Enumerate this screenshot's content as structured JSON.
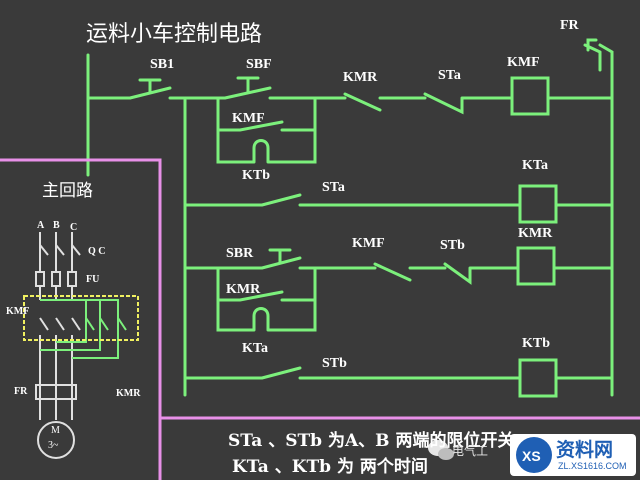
{
  "title": "运料小车控制电路",
  "colors": {
    "background": "#3a3a3a",
    "wire": "#7cf07c",
    "frame": "#e890e8",
    "highlight": "#f0f060",
    "text": "#ffffff"
  },
  "control_labels": {
    "sb1": "SB1",
    "sbf": "SBF",
    "kmr_nc_top": "KMR",
    "sta_top": "STa",
    "kmf_coil": "KMF",
    "fr": "FR",
    "kmf_hold": "KMF",
    "ktb_nc": "KTb",
    "sta_mid": "STa",
    "kta_coil": "KTa",
    "sbr": "SBR",
    "kmf_nc": "KMF",
    "stb_mid": "STb",
    "kmr_coil": "KMR",
    "kmr_hold": "KMR",
    "kta_nc": "KTa",
    "stb_bottom": "STb",
    "ktb_coil": "KTb"
  },
  "main_circuit": {
    "title": "主回路",
    "phases": [
      "A",
      "B",
      "C"
    ],
    "qc": "Q C",
    "fu": "FU",
    "kmf": "KMF",
    "fr": "FR",
    "kmr": "KMR",
    "motor_m": "M",
    "motor_3": "3~"
  },
  "notes": {
    "line1": "STa 、STb 为A、B 两端的限位开关",
    "line2": "KTa 、KTb 为 两个时间"
  },
  "watermark": {
    "wechat": "电气工",
    "logo_cn": "资料网",
    "logo_url": "ZL.XS1616.COM",
    "logo_mark": "XS"
  }
}
